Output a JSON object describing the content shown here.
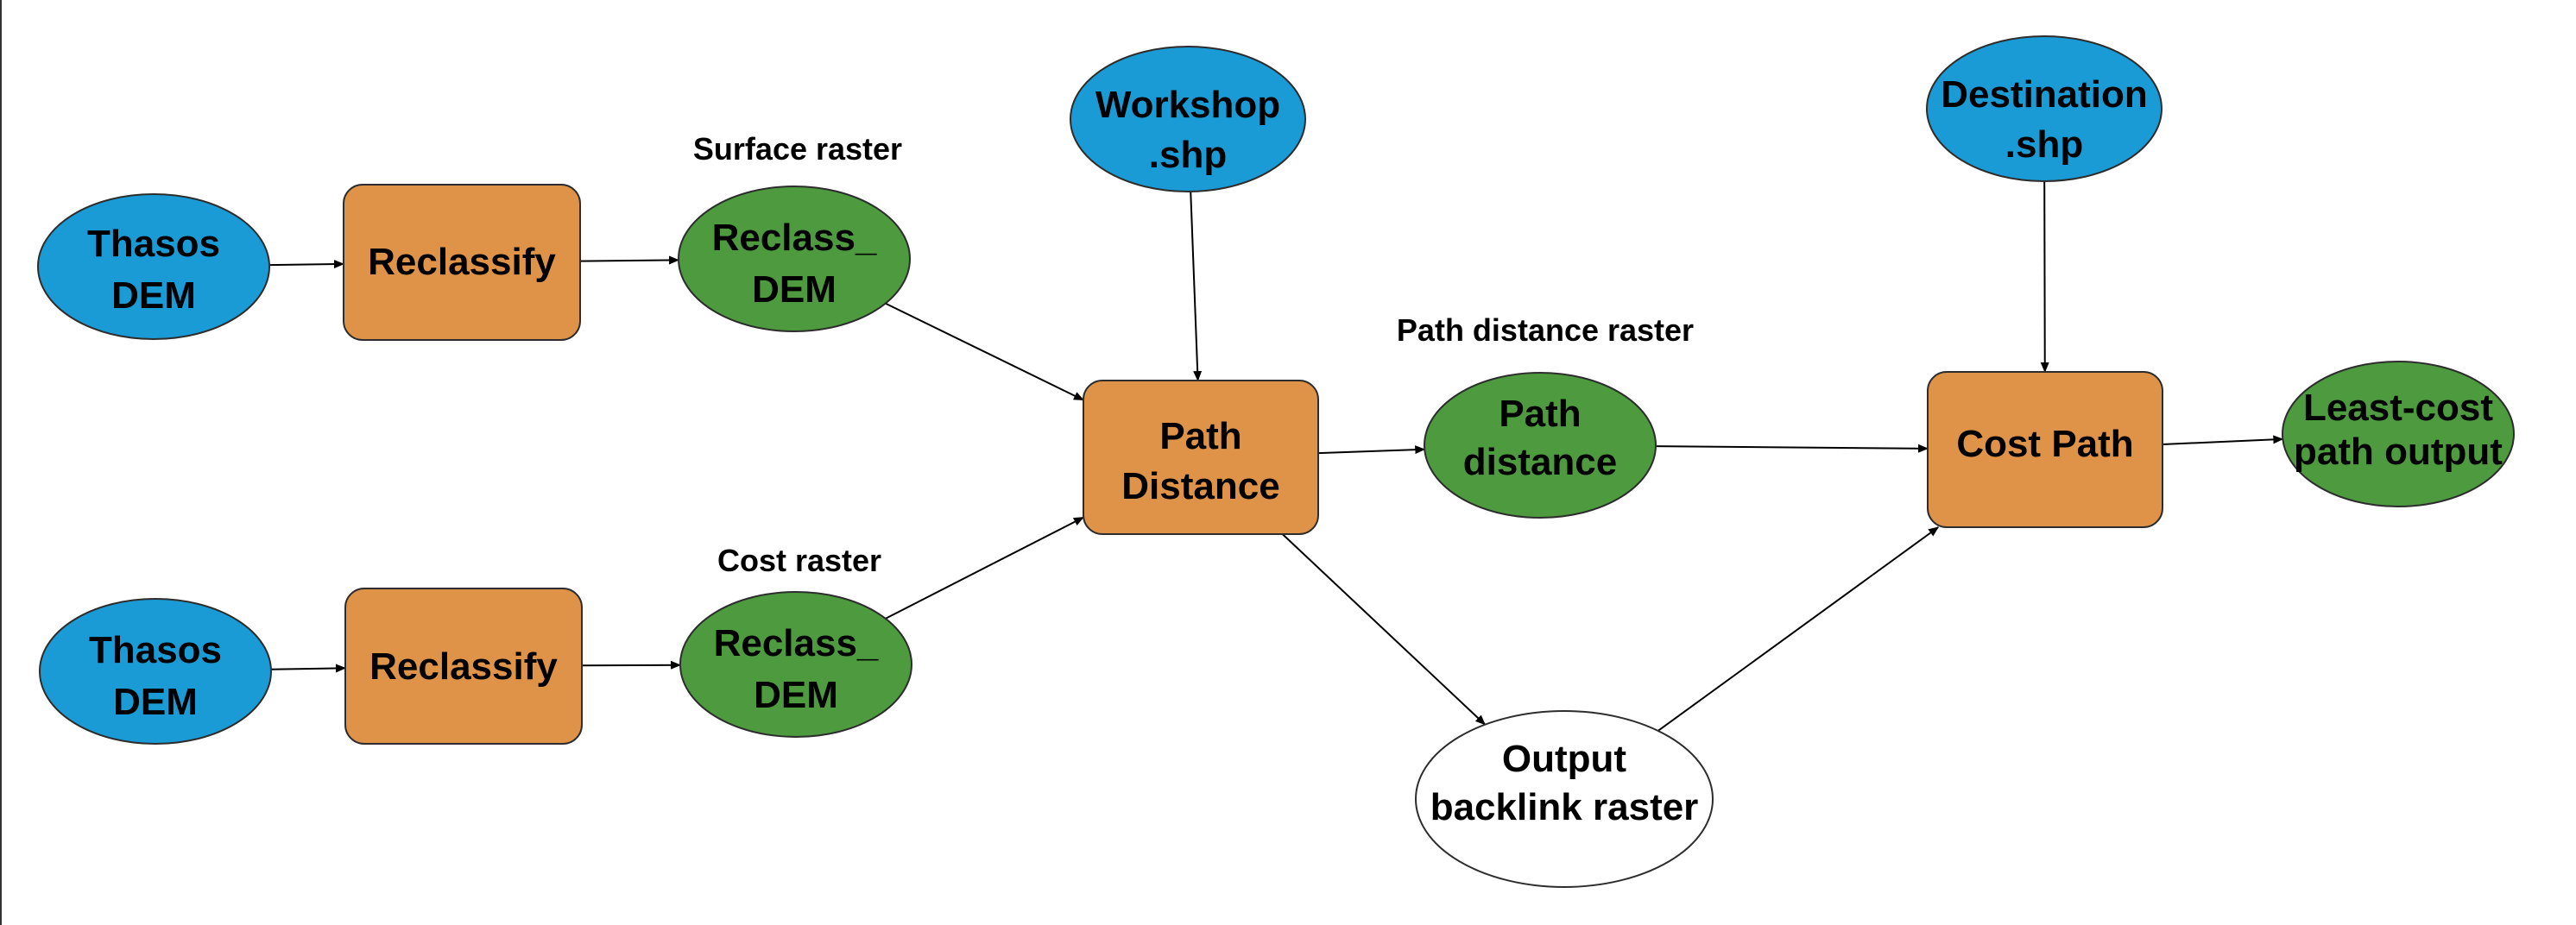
{
  "colors": {
    "input": "#1a9bd5",
    "process": "#df9348",
    "output": "#4d9a3f",
    "intermediate": "#ffffff",
    "stroke": "#2d2d2d"
  },
  "nodes": {
    "thasos_dem_1": {
      "kind": "input",
      "lines": [
        "Thasos",
        "DEM"
      ]
    },
    "reclassify_1": {
      "kind": "process",
      "lines": [
        "Reclassify"
      ]
    },
    "reclass_dem_1": {
      "kind": "output",
      "lines": [
        "Reclass_",
        "DEM"
      ]
    },
    "thasos_dem_2": {
      "kind": "input",
      "lines": [
        "Thasos",
        "DEM"
      ]
    },
    "reclassify_2": {
      "kind": "process",
      "lines": [
        "Reclassify"
      ]
    },
    "reclass_dem_2": {
      "kind": "output",
      "lines": [
        "Reclass_",
        "DEM"
      ]
    },
    "workshop_shp": {
      "kind": "input",
      "lines": [
        "Workshop",
        ".shp"
      ]
    },
    "path_distance_tool": {
      "kind": "process",
      "lines": [
        "Path",
        "Distance"
      ]
    },
    "path_distance_raster": {
      "kind": "output",
      "lines": [
        "Path",
        "distance"
      ]
    },
    "output_backlink": {
      "kind": "intermediate",
      "lines": [
        "Output",
        "backlink raster"
      ]
    },
    "destination_shp": {
      "kind": "input",
      "lines": [
        "Destination",
        ".shp"
      ]
    },
    "cost_path_tool": {
      "kind": "process",
      "lines": [
        "Cost Path"
      ]
    },
    "least_cost_output": {
      "kind": "output",
      "lines": [
        "Least-cost",
        "path output"
      ]
    }
  },
  "captions": {
    "surface_raster": "Surface raster",
    "cost_raster": "Cost raster",
    "path_distance_raster": "Path distance raster"
  },
  "edges": [
    [
      "thasos_dem_1",
      "reclassify_1"
    ],
    [
      "reclassify_1",
      "reclass_dem_1"
    ],
    [
      "thasos_dem_2",
      "reclassify_2"
    ],
    [
      "reclassify_2",
      "reclass_dem_2"
    ],
    [
      "reclass_dem_1",
      "path_distance_tool"
    ],
    [
      "reclass_dem_2",
      "path_distance_tool"
    ],
    [
      "workshop_shp",
      "path_distance_tool"
    ],
    [
      "path_distance_tool",
      "path_distance_raster"
    ],
    [
      "path_distance_tool",
      "output_backlink"
    ],
    [
      "path_distance_raster",
      "cost_path_tool"
    ],
    [
      "destination_shp",
      "cost_path_tool"
    ],
    [
      "output_backlink",
      "cost_path_tool"
    ],
    [
      "cost_path_tool",
      "least_cost_output"
    ]
  ]
}
